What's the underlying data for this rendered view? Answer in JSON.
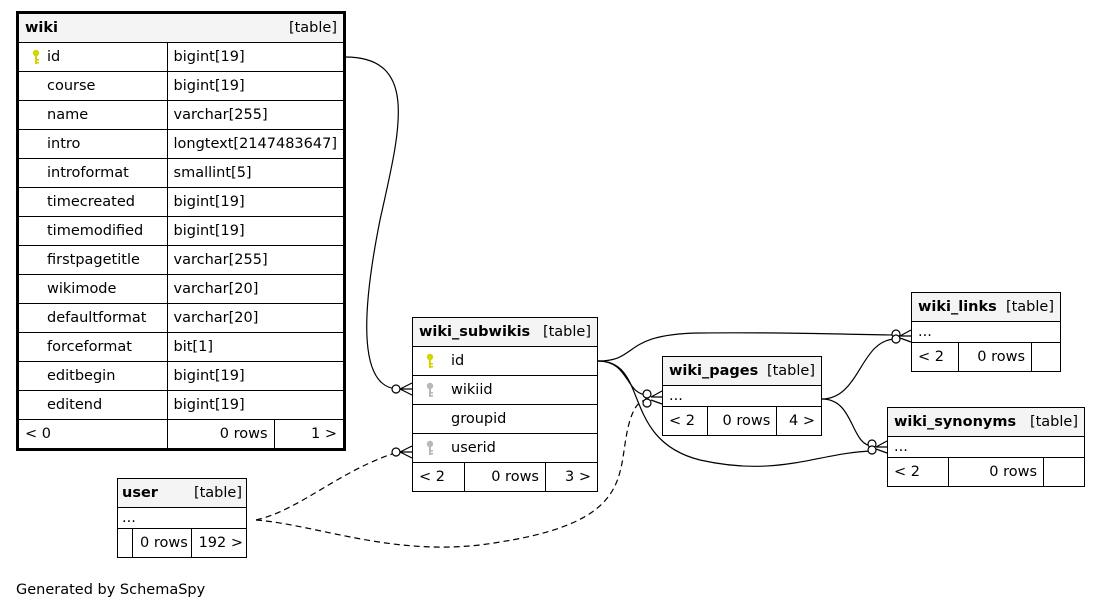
{
  "tables": {
    "wiki": {
      "name": "wiki",
      "tag": "[table]",
      "columns": [
        {
          "name": "id",
          "type": "bigint[19]",
          "key": "primary"
        },
        {
          "name": "course",
          "type": "bigint[19]"
        },
        {
          "name": "name",
          "type": "varchar[255]"
        },
        {
          "name": "intro",
          "type": "longtext[2147483647]"
        },
        {
          "name": "introformat",
          "type": "smallint[5]"
        },
        {
          "name": "timecreated",
          "type": "bigint[19]"
        },
        {
          "name": "timemodified",
          "type": "bigint[19]"
        },
        {
          "name": "firstpagetitle",
          "type": "varchar[255]"
        },
        {
          "name": "wikimode",
          "type": "varchar[20]"
        },
        {
          "name": "defaultformat",
          "type": "varchar[20]"
        },
        {
          "name": "forceformat",
          "type": "bit[1]"
        },
        {
          "name": "editbegin",
          "type": "bigint[19]"
        },
        {
          "name": "editend",
          "type": "bigint[19]"
        }
      ],
      "footer": {
        "parents": "< 0",
        "rows": "0 rows",
        "children": "1 >"
      }
    },
    "wiki_subwikis": {
      "name": "wiki_subwikis",
      "tag": "[table]",
      "columns": [
        {
          "name": "id",
          "key": "primary"
        },
        {
          "name": "wikiid",
          "key": "foreign"
        },
        {
          "name": "groupid"
        },
        {
          "name": "userid",
          "key": "foreign"
        }
      ],
      "footer": {
        "parents": "< 2",
        "rows": "0 rows",
        "children": "3 >"
      }
    },
    "wiki_pages": {
      "name": "wiki_pages",
      "tag": "[table]",
      "columns": [
        {
          "name": "..."
        }
      ],
      "footer": {
        "parents": "< 2",
        "rows": "0 rows",
        "children": "4 >"
      }
    },
    "wiki_links": {
      "name": "wiki_links",
      "tag": "[table]",
      "columns": [
        {
          "name": "..."
        }
      ],
      "footer": {
        "parents": "< 2",
        "rows": "0 rows",
        "children": ""
      }
    },
    "wiki_synonyms": {
      "name": "wiki_synonyms",
      "tag": "[table]",
      "columns": [
        {
          "name": "..."
        }
      ],
      "footer": {
        "parents": "< 2",
        "rows": "0 rows",
        "children": ""
      }
    },
    "user": {
      "name": "user",
      "tag": "[table]",
      "columns": [
        {
          "name": "..."
        }
      ],
      "footer": {
        "parents": "",
        "rows": "0 rows",
        "children": "192 >"
      }
    }
  },
  "colors": {
    "primary_key": "#d4d400",
    "foreign_key": "#b8b8b8",
    "header_bg": "#f4f4f4"
  },
  "footer_text": "Generated by SchemaSpy"
}
